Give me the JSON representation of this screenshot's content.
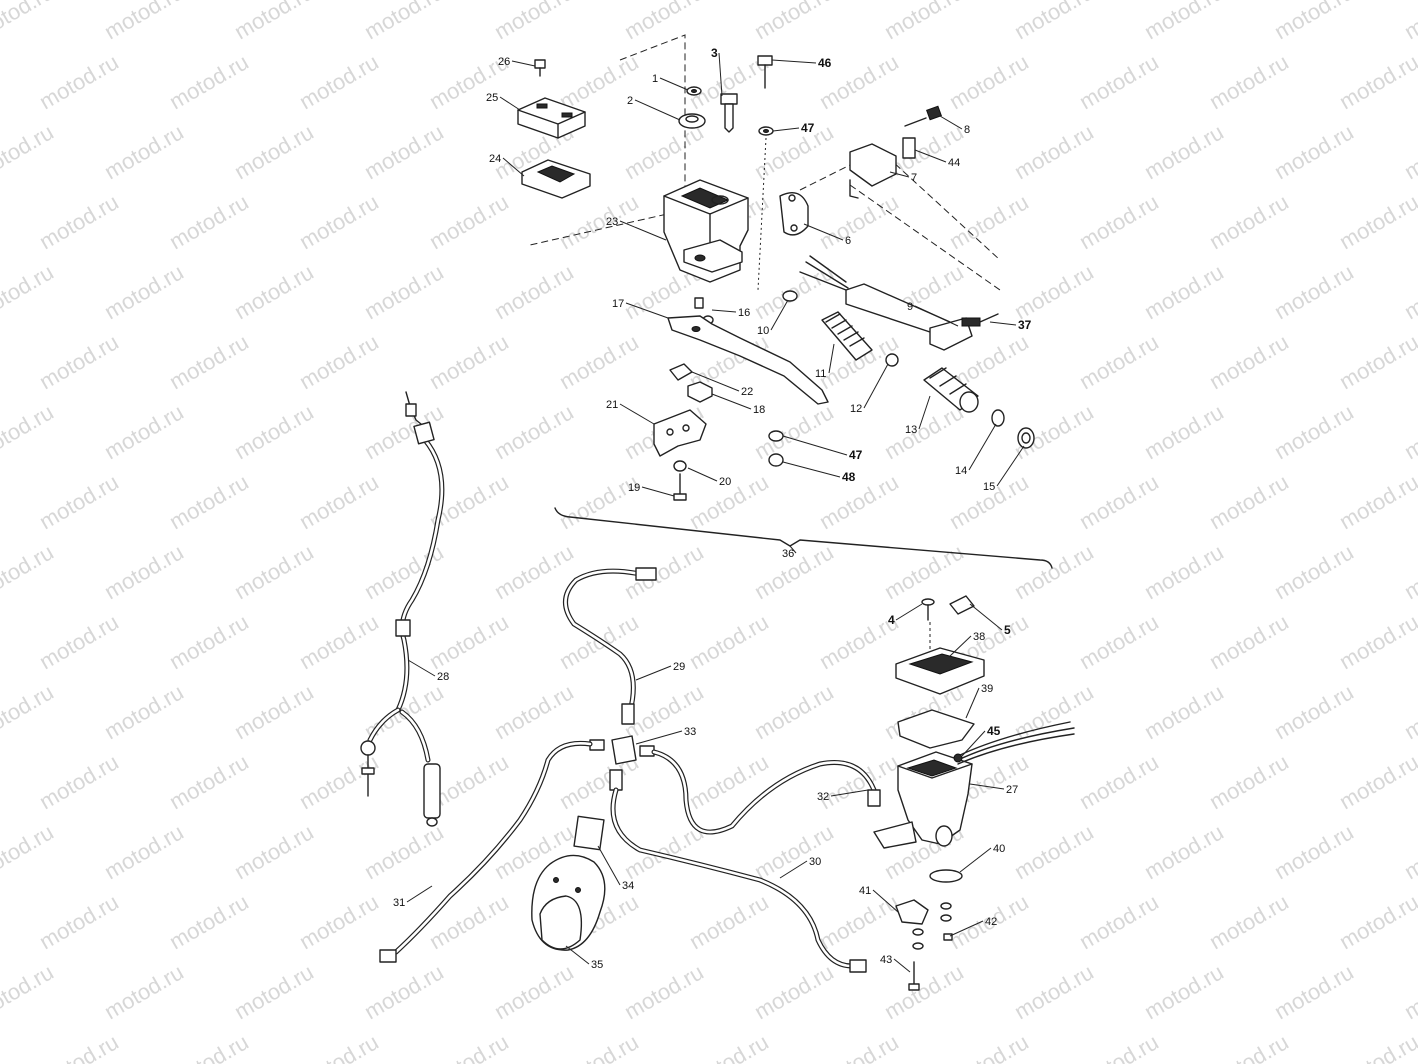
{
  "watermark": {
    "text": "motod.ru"
  },
  "callouts": [
    {
      "id": "26",
      "text": "26"
    },
    {
      "id": "1",
      "text": "1"
    },
    {
      "id": "3",
      "text": "3"
    },
    {
      "id": "46",
      "text": "46"
    },
    {
      "id": "25",
      "text": "25"
    },
    {
      "id": "2",
      "text": "2"
    },
    {
      "id": "47a",
      "text": "47"
    },
    {
      "id": "8",
      "text": "8"
    },
    {
      "id": "24",
      "text": "24"
    },
    {
      "id": "44",
      "text": "44"
    },
    {
      "id": "7",
      "text": "7"
    },
    {
      "id": "23",
      "text": "23"
    },
    {
      "id": "6",
      "text": "6"
    },
    {
      "id": "9",
      "text": "9"
    },
    {
      "id": "37",
      "text": "37"
    },
    {
      "id": "17",
      "text": "17"
    },
    {
      "id": "16",
      "text": "16"
    },
    {
      "id": "10",
      "text": "10"
    },
    {
      "id": "11",
      "text": "11"
    },
    {
      "id": "22",
      "text": "22"
    },
    {
      "id": "12",
      "text": "12"
    },
    {
      "id": "18",
      "text": "18"
    },
    {
      "id": "21",
      "text": "21"
    },
    {
      "id": "13",
      "text": "13"
    },
    {
      "id": "47b",
      "text": "47"
    },
    {
      "id": "14",
      "text": "14"
    },
    {
      "id": "20",
      "text": "20"
    },
    {
      "id": "48",
      "text": "48"
    },
    {
      "id": "15",
      "text": "15"
    },
    {
      "id": "19",
      "text": "19"
    },
    {
      "id": "36",
      "text": "36"
    },
    {
      "id": "4",
      "text": "4"
    },
    {
      "id": "5",
      "text": "5"
    },
    {
      "id": "38",
      "text": "38"
    },
    {
      "id": "29",
      "text": "29"
    },
    {
      "id": "28",
      "text": "28"
    },
    {
      "id": "39",
      "text": "39"
    },
    {
      "id": "33",
      "text": "33"
    },
    {
      "id": "45",
      "text": "45"
    },
    {
      "id": "27",
      "text": "27"
    },
    {
      "id": "32",
      "text": "32"
    },
    {
      "id": "40",
      "text": "40"
    },
    {
      "id": "30",
      "text": "30"
    },
    {
      "id": "34",
      "text": "34"
    },
    {
      "id": "31",
      "text": "31"
    },
    {
      "id": "41",
      "text": "41"
    },
    {
      "id": "42",
      "text": "42"
    },
    {
      "id": "35",
      "text": "35"
    },
    {
      "id": "43",
      "text": "43"
    }
  ]
}
